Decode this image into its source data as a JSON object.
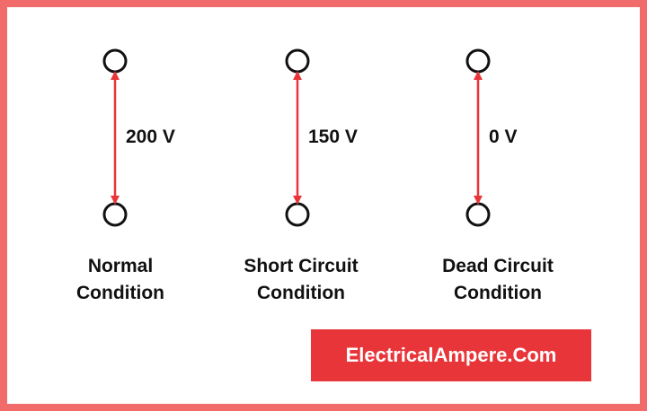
{
  "colors": {
    "accent": "#e8353a",
    "border": "#f26b6b",
    "terminal": "#111111",
    "text": "#111111",
    "brand_text": "#ffffff"
  },
  "conditions": [
    {
      "voltage": "200 V",
      "caption_line1": "Normal",
      "caption_line2": "Condition"
    },
    {
      "voltage": "150 V",
      "caption_line1": "Short Circuit",
      "caption_line2": "Condition"
    },
    {
      "voltage": "0 V",
      "caption_line1": "Dead Circuit",
      "caption_line2": "Condition"
    }
  ],
  "brand": {
    "label": "ElectricalAmpere.Com"
  }
}
